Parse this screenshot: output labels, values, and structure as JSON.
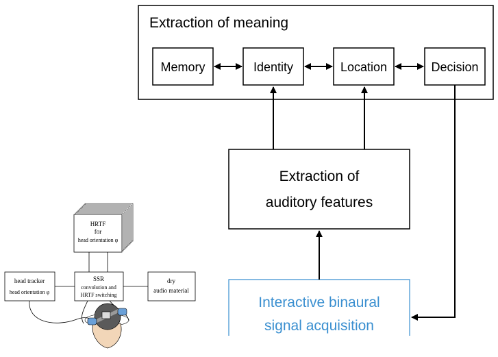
{
  "model": {
    "outer_title": "Extraction of meaning",
    "modules": {
      "memory": "Memory",
      "identity": "Identity",
      "location": "Location",
      "decision": "Decision"
    },
    "features": {
      "line1": "Extraction of",
      "line2": "auditory features"
    },
    "acquisition": {
      "line1": "Interactive binaural",
      "line2": "signal acquisition"
    }
  },
  "setup": {
    "hrtf": {
      "line1": "HRTF",
      "line2": "for",
      "line3": "head orientation φ"
    },
    "head_tracker": {
      "line1": "head tracker",
      "line2": "head orientation φ"
    },
    "ssr": {
      "line1": "SSR",
      "line2": "convolution and",
      "line3": "HRTF switching"
    },
    "audio": {
      "line1": "dry",
      "line2": "audio material"
    }
  },
  "colors": {
    "stroke": "#000000",
    "acquisition_accent": "#3a8fd0",
    "head_fill": "#5a5a5a",
    "headphone_fill": "#6aa0d8",
    "face_fill": "#f2d6b8"
  }
}
